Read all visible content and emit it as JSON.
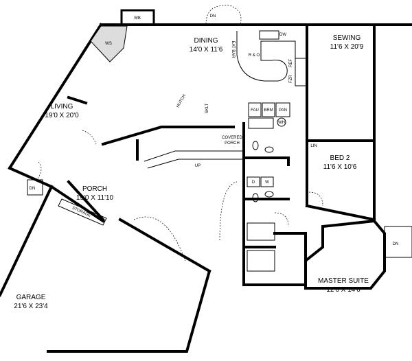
{
  "rooms": {
    "dining": {
      "name": "DINING",
      "size": "14'0 X 11'6"
    },
    "sewing": {
      "name": "SEWING",
      "size": "11'6 X 20'9"
    },
    "living": {
      "name": "LIVING",
      "size": "19'0 X 20'0"
    },
    "porch": {
      "name": "PORCH",
      "size": "19'0 X 11'10"
    },
    "bed2": {
      "name": "BED 2",
      "size": "11'6 X 10'6"
    },
    "garage": {
      "name": "GARAGE",
      "size": "21'6 X 23'4"
    },
    "master": {
      "name": "MASTER SUITE",
      "size": "12'6 X 14'6"
    }
  },
  "fixtures": {
    "wb": "WB",
    "ws": "WS",
    "dn_top": "DN",
    "eat_bar": "EAT BAR",
    "range": "R & O",
    "dw": "DW",
    "ref": "REF",
    "fzr": "FZR",
    "hutch": "HUTCH",
    "sklt": "SKLT",
    "fau": "FAU",
    "brm": "BRM",
    "pan": "PAN",
    "wh": "WH",
    "covered_porch_1": "COVERED",
    "covered_porch_2": "PORCH",
    "up": "UP",
    "lin": "LIN",
    "dryer": "D",
    "washer": "W",
    "storage": "STORAGE",
    "dn_left": "DN",
    "dn_right": "DN"
  }
}
